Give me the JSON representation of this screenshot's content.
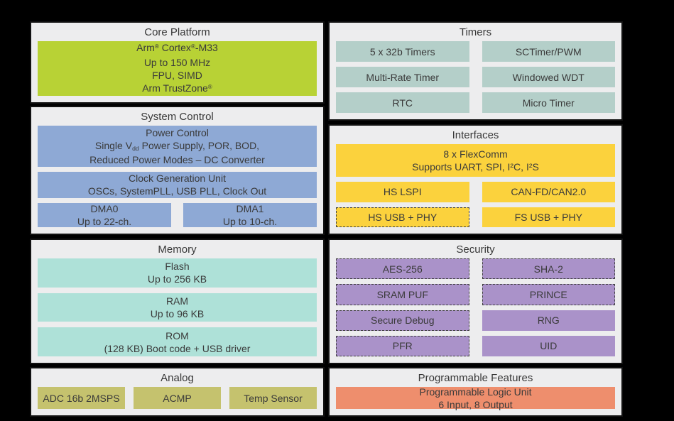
{
  "colors": {
    "background": "#000000",
    "panel_bg": "#ededee",
    "panel_border": "#121212",
    "text": "#3a3a3a",
    "dashed_border": "#3f3f3f",
    "green": "#b8d235",
    "blue": "#8ea9d5",
    "teal": "#aee1d8",
    "teal_gray": "#b4cfc9",
    "yellow": "#fbd23d",
    "purple": "#aa92c9",
    "olive": "#c5c26e",
    "orange": "#ee8e6d"
  },
  "panels": {
    "core_platform": {
      "title": "Core Platform",
      "cpu": {
        "l1a": "Arm",
        "l1r1": "®",
        "l1b": " Cortex",
        "l1r2": "®",
        "l1c": "-M33",
        "l2": "Up to 150 MHz",
        "l3": "FPU, SIMD",
        "l4a": "Arm TrustZone",
        "l4r": "®"
      }
    },
    "system_control": {
      "title": "System Control",
      "power": {
        "l1": "Power Control",
        "l2a": "Single V",
        "l2sub": "dd",
        "l2b": " Power Supply, POR, BOD,",
        "l3": "Reduced Power Modes – DC Converter"
      },
      "clock": {
        "l1": "Clock Generation Unit",
        "l2": "OSCs, SystemPLL, USB PLL, Clock Out"
      },
      "dma0": {
        "l1": "DMA0",
        "l2": "Up to 22-ch."
      },
      "dma1": {
        "l1": "DMA1",
        "l2": "Up to 10-ch."
      }
    },
    "memory": {
      "title": "Memory",
      "flash": {
        "l1": "Flash",
        "l2": "Up to 256 KB"
      },
      "ram": {
        "l1": "RAM",
        "l2": "Up to 96 KB"
      },
      "rom": {
        "l1": "ROM",
        "l2": "(128 KB) Boot code + USB driver"
      }
    },
    "analog": {
      "title": "Analog",
      "adc": "ADC 16b 2MSPS",
      "acmp": "ACMP",
      "temp": "Temp Sensor"
    },
    "timers": {
      "title": "Timers",
      "cells": [
        "5 x 32b Timers",
        "SCTimer/PWM",
        "Multi-Rate Timer",
        "Windowed WDT",
        "RTC",
        "Micro Timer"
      ]
    },
    "interfaces": {
      "title": "Interfaces",
      "flexcomm": {
        "l1": "8 x FlexComm",
        "l2": "Supports UART, SPI, I²C, I²S"
      },
      "hs_lspi": "HS LSPI",
      "can": "CAN-FD/CAN2.0",
      "hs_usb": "HS USB + PHY",
      "fs_usb": "FS USB + PHY"
    },
    "security": {
      "title": "Security",
      "cells": [
        {
          "label": "AES-256",
          "dashed": true
        },
        {
          "label": "SHA-2",
          "dashed": true
        },
        {
          "label": "SRAM PUF",
          "dashed": true
        },
        {
          "label": "PRINCE",
          "dashed": true
        },
        {
          "label": "Secure Debug",
          "dashed": true
        },
        {
          "label": "RNG",
          "dashed": false
        },
        {
          "label": "PFR",
          "dashed": true
        },
        {
          "label": "UID",
          "dashed": false
        }
      ]
    },
    "programmable": {
      "title": "Programmable Features",
      "plu": {
        "l1": "Programmable Logic Unit",
        "l2": "6 Input, 8 Output"
      }
    }
  }
}
